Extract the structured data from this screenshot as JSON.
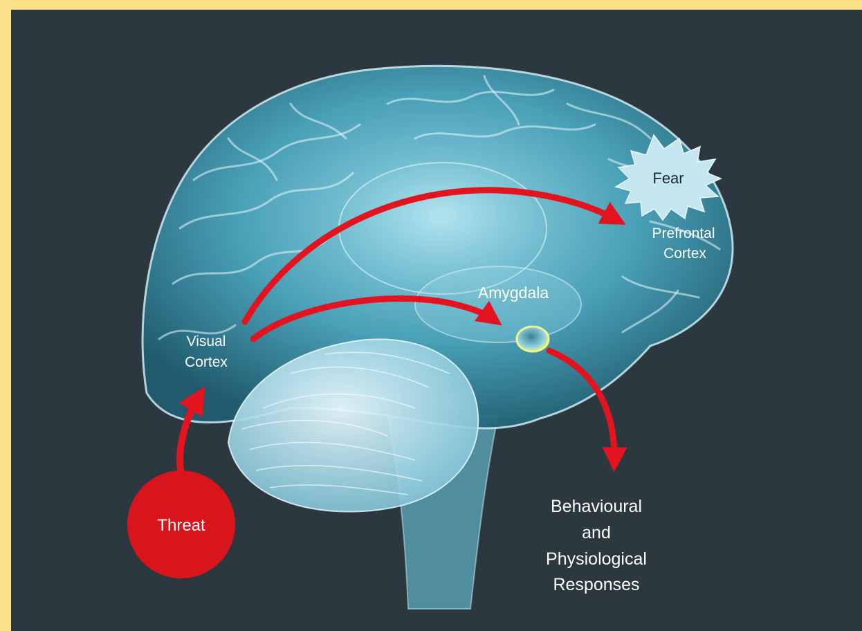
{
  "labels": {
    "visual_cortex": [
      "Visual",
      "Cortex"
    ],
    "amygdala": "Amygdala",
    "prefrontal_cortex": [
      "Prefrontal",
      "Cortex"
    ],
    "fear": "Fear",
    "threat": "Threat",
    "responses": [
      "Behavioural",
      "and",
      "Physiological",
      "Responses"
    ]
  },
  "colors": {
    "background": "#2c383f",
    "frame": "#fde08a",
    "brain": "#5fb3c8",
    "arrow": "#e3141f",
    "threat": "#d8141c",
    "fear_burst": "#bfe4ef",
    "amygdala": "#e6ef7a"
  }
}
